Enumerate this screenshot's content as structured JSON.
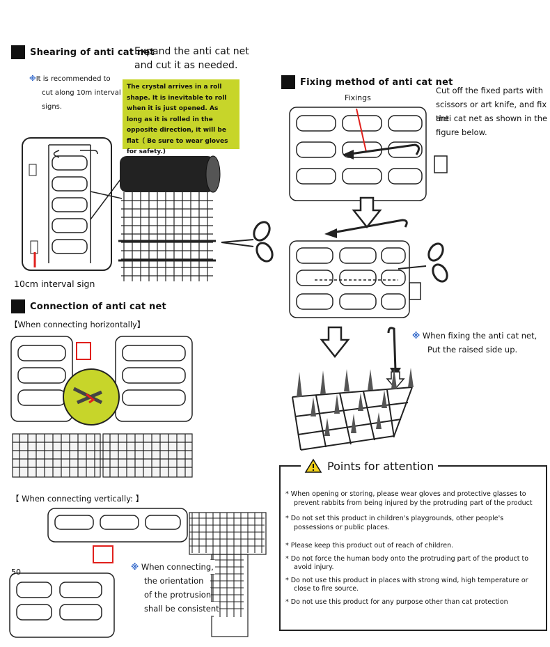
{
  "sections": {
    "shearing": {
      "title": "Shearing of anti cat net",
      "expand_line1": "Expand the anti cat net",
      "expand_line2": "and cut it as needed.",
      "recommend_mark": "※",
      "recommend_line1": "It is recommended to",
      "recommend_line2": "cut along 10m interval",
      "recommend_line3": "signs.",
      "crystal_note": "The crystal arrives in a roll shape. It is inevitable to roll when it is just opened. As long as it is rolled in the opposite direction, it will be flat（ Be sure to wear gloves for safety.)",
      "interval_sign": "10cm interval sign"
    },
    "fixing": {
      "title": "Fixing method of anti cat net",
      "fixings_label": "Fixings",
      "instruction_line1": "Cut off the fixed parts with",
      "instruction_line2": "scissors or art knife, and fix the",
      "instruction_line3": "anti cat net as shown in the",
      "instruction_line4": "figure below.",
      "raised_mark": "※",
      "raised_line1": "When fixing the anti cat net,",
      "raised_line2": "Put the raised side up."
    },
    "connection": {
      "title": "Connection of anti cat net",
      "horizontal_label": "【When connecting horizontally】",
      "vertical_label": "【 When connecting vertically: 】",
      "orient_mark": "※",
      "orient_line1": "When connecting,",
      "orient_line2": "the orientation",
      "orient_line3": "of the protrusion",
      "orient_line4": "shall be consistent",
      "partial_label": "50"
    },
    "attention": {
      "title": "Points for attention",
      "items": [
        "When opening or storing, please wear gloves and protective glasses to prevent rabbits from being injured by the protruding part of the product",
        "Do not set this product in children's playgrounds, other people's possessions or public places.",
        "Please keep this product out of reach of children.",
        "Do not force the human body onto the protruding part of the product to avoid injury.",
        "Do not use this product in places with strong wind, high temperature or close to fire source.",
        "Do not use this product for any purpose other than cat protection"
      ],
      "bullet": "*"
    }
  },
  "colors": {
    "note_bg": "#c7d52a",
    "accent_red": "#e0201c",
    "mark_blue": "#2b63c9",
    "warning_yellow": "#f2d21a"
  },
  "icons": [
    "scissors-icon",
    "warning-icon",
    "arrow-down-icon",
    "arrow-left-icon"
  ]
}
